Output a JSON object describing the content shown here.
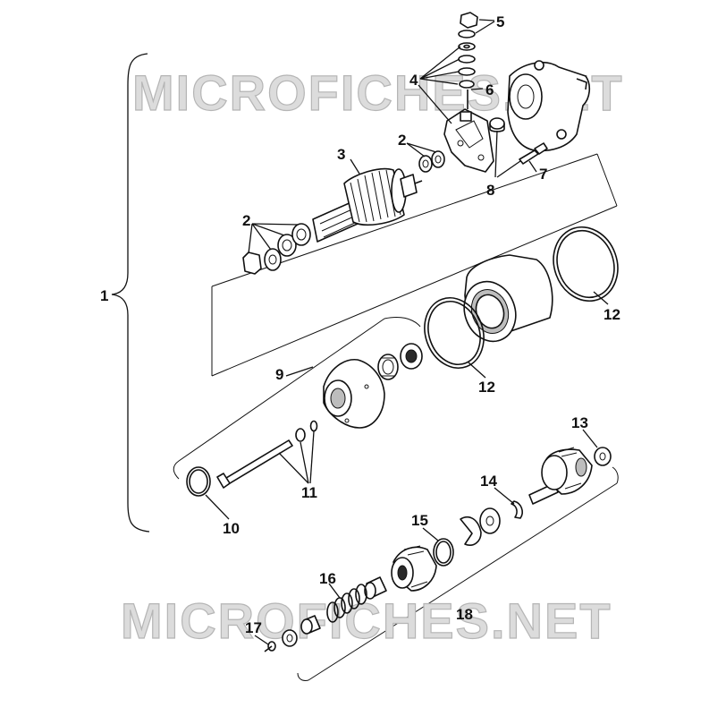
{
  "watermarks": [
    "MICROFICHES.NET",
    "MICROFICHES.NET"
  ],
  "callouts": [
    "1",
    "2",
    "2",
    "2",
    "3",
    "4",
    "5",
    "6",
    "7",
    "8",
    "9",
    "10",
    "11",
    "12",
    "12",
    "13",
    "14",
    "15",
    "16",
    "17",
    "18"
  ]
}
